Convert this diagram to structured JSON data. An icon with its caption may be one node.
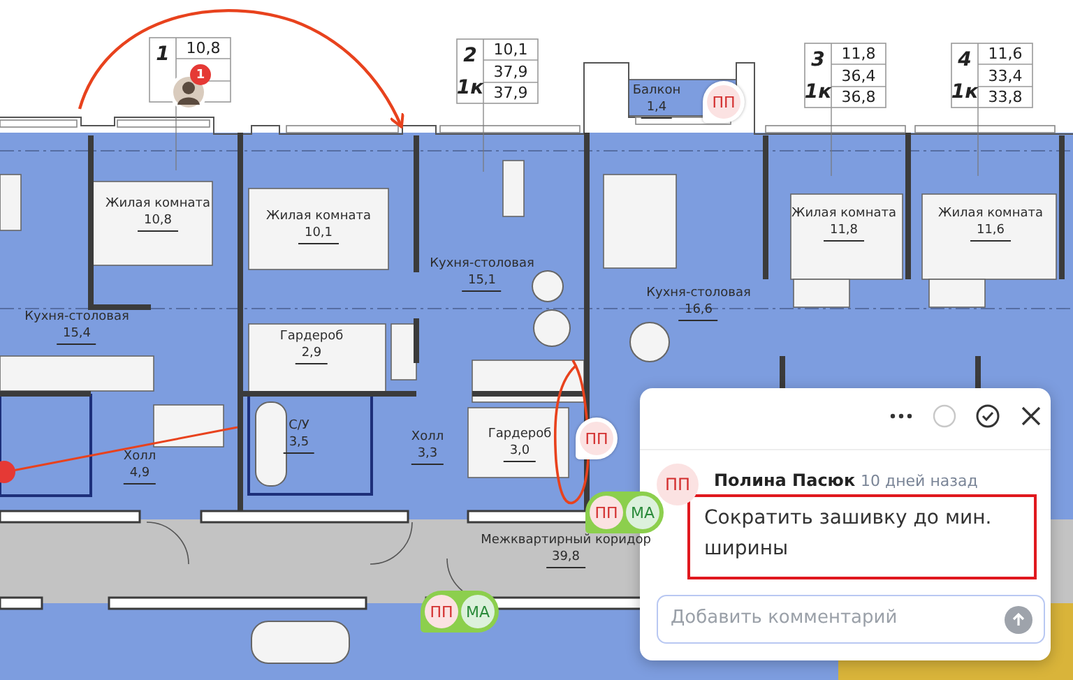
{
  "diagram": {
    "nodes": [
      {
        "text": [
          "Жилая комната",
          "10,8"
        ]
      },
      {
        "text": [
          "Жилая комната",
          "10,1"
        ]
      },
      {
        "text": [
          "Кухня-столовая",
          "15,1"
        ]
      },
      {
        "text": [
          "Кухня-столовая",
          "15,4"
        ]
      },
      {
        "text": [
          "Гардероб",
          "2,9"
        ]
      },
      {
        "text": [
          "Балкон",
          "1,4"
        ]
      },
      {
        "text": [
          "Кухня-столовая",
          "16,6"
        ]
      },
      {
        "text": [
          "Жилая комната",
          "11,8"
        ]
      },
      {
        "text": [
          "Жилая комната",
          "11,6"
        ]
      },
      {
        "text": [
          "С/У",
          "3,5"
        ]
      },
      {
        "text": [
          "Холл",
          "4,9"
        ]
      },
      {
        "text": [
          "Холл",
          "3,3"
        ]
      },
      {
        "text": [
          "Гардероб",
          "3,0"
        ]
      },
      {
        "text": [
          "Межквартирный коридор",
          "39,8"
        ]
      },
      {
        "text": [
          "Сократить зашивку до мин. ширины"
        ]
      }
    ],
    "labels": [
      "1",
      "10,8",
      "1",
      "2",
      "10,1",
      "37,9",
      "1к",
      "37,9",
      "ПП",
      "3",
      "11,8",
      "36,4",
      "1к",
      "36,8",
      "4",
      "11,6",
      "33,4",
      "1к",
      "33,8",
      "ПП",
      "ПП",
      "МА",
      "ПП",
      "МА",
      "ПП",
      "Полина Пасюк",
      "10 дней назад",
      "Добавить комментарий"
    ]
  }
}
